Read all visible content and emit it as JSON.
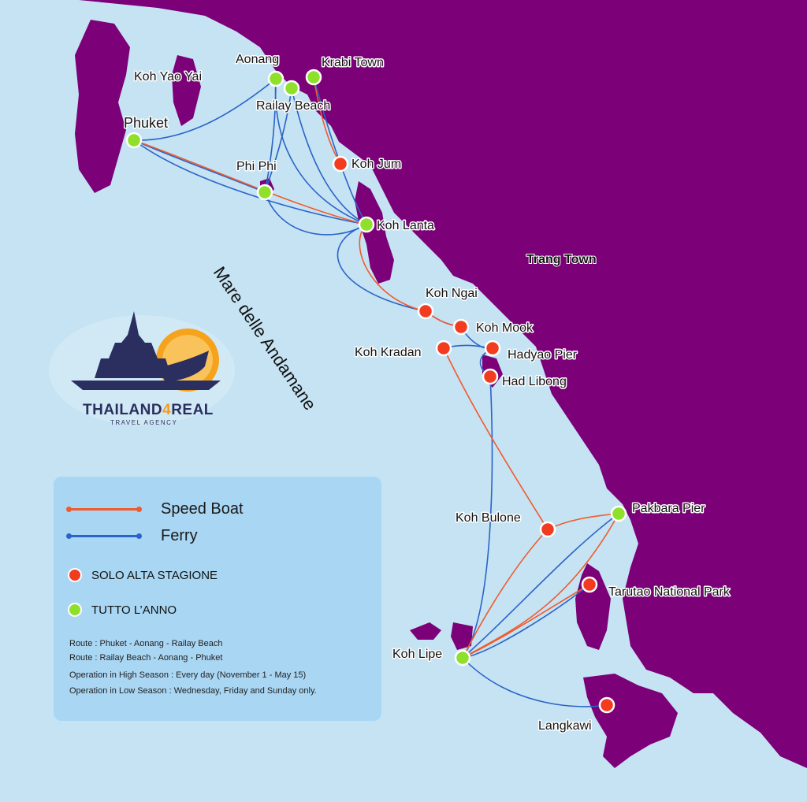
{
  "map": {
    "sea_label": "Mare delle Andamane",
    "town_label": "Trang Town",
    "colors": {
      "sea": "#c5e3f3",
      "land": "#7c0078",
      "speed_boat": "#f15a2b",
      "ferry": "#2b63c8",
      "high_season": "#f23b1f",
      "all_year": "#8ee02a"
    },
    "locations": [
      {
        "id": "aonang",
        "name": "Aonang",
        "type": "all_year"
      },
      {
        "id": "krabi",
        "name": "Krabi Town",
        "type": "all_year"
      },
      {
        "id": "railay",
        "name": "Railay Beach",
        "type": "all_year"
      },
      {
        "id": "yaoyai",
        "name": "Koh Yao Yai",
        "type": "label"
      },
      {
        "id": "phuket",
        "name": "Phuket",
        "type": "all_year"
      },
      {
        "id": "phiphi",
        "name": "Phi Phi",
        "type": "all_year"
      },
      {
        "id": "kohjum",
        "name": "Koh Jum",
        "type": "high_season"
      },
      {
        "id": "lanta",
        "name": "Koh Lanta",
        "type": "all_year"
      },
      {
        "id": "ngai",
        "name": "Koh Ngai",
        "type": "high_season"
      },
      {
        "id": "mook",
        "name": "Koh Mook",
        "type": "high_season"
      },
      {
        "id": "kradan",
        "name": "Koh Kradan",
        "type": "high_season"
      },
      {
        "id": "hadyao",
        "name": "Hadyao Pier",
        "type": "high_season"
      },
      {
        "id": "libong",
        "name": "Had Libong",
        "type": "high_season"
      },
      {
        "id": "bulone",
        "name": "Koh Bulone",
        "type": "high_season"
      },
      {
        "id": "pakbara",
        "name": "Pakbara Pier",
        "type": "all_year"
      },
      {
        "id": "tarutao",
        "name": "Tarutao National Park",
        "type": "high_season"
      },
      {
        "id": "lipe",
        "name": "Koh Lipe",
        "type": "all_year"
      },
      {
        "id": "langkawi",
        "name": "Langkawi",
        "type": "high_season"
      }
    ]
  },
  "legend": {
    "speed_boat": "Speed Boat",
    "ferry": "Ferry",
    "high_season": "SOLO ALTA STAGIONE",
    "all_year": "TUTTO L’ANNO",
    "notes": [
      "Route : Phuket - Aonang - Railay Beach",
      "Route : Railay Beach - Aonang - Phuket",
      "Operation in High Season : Every day (November 1 - May 15)",
      "Operation in Low Season :  Wednesday, Friday and Sunday only."
    ]
  },
  "logo": {
    "brand_main": "THAILAND",
    "brand_num": "4",
    "brand_end": "REAL",
    "tagline": "TRAVEL AGENCY"
  }
}
